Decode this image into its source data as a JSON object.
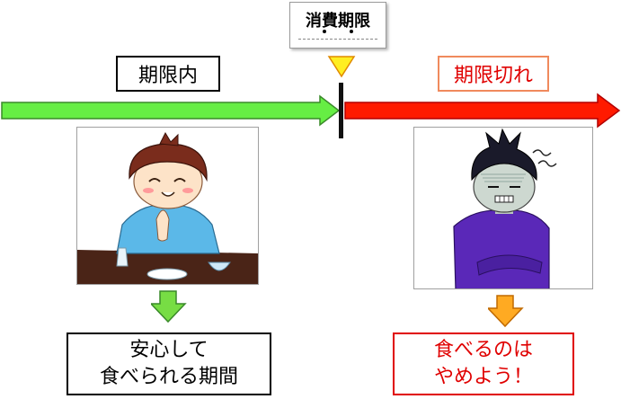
{
  "deadline": {
    "label": "消費期限"
  },
  "within": {
    "label": "期限内"
  },
  "expired": {
    "label": "期限切れ"
  },
  "safe_message": {
    "line1": "安心して",
    "line2": "食べられる期間"
  },
  "stop_message": {
    "line1": "食べるのは",
    "line2": "やめよう！"
  },
  "colors": {
    "within_arrow": "#66ee44",
    "expired_arrow": "#ff1a00",
    "down_arrow_green": "#77dd44",
    "down_arrow_orange": "#ffaa22",
    "marker_triangle": "#ffee22",
    "expired_text": "#e00000"
  },
  "icons": [
    "happy-child-eating",
    "sick-child-stomach-ache"
  ]
}
